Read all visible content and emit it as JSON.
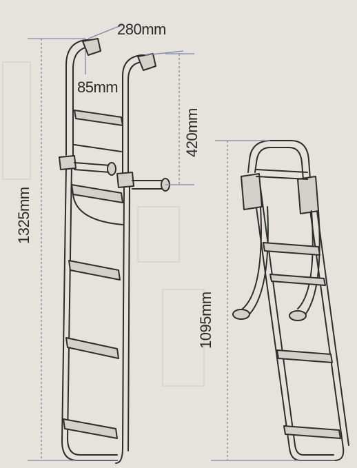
{
  "dimensions": {
    "step_width": "280mm",
    "handrail_offset": "85mm",
    "handrail_to_arm": "420mm",
    "ladder_height": "1325mm",
    "folded_height": "1095mm"
  },
  "colors": {
    "background": "#e6e3dc",
    "line": "#2d2d2d",
    "dimension_line": "#7f86a8",
    "tread_fill": "#d4d1ca"
  }
}
